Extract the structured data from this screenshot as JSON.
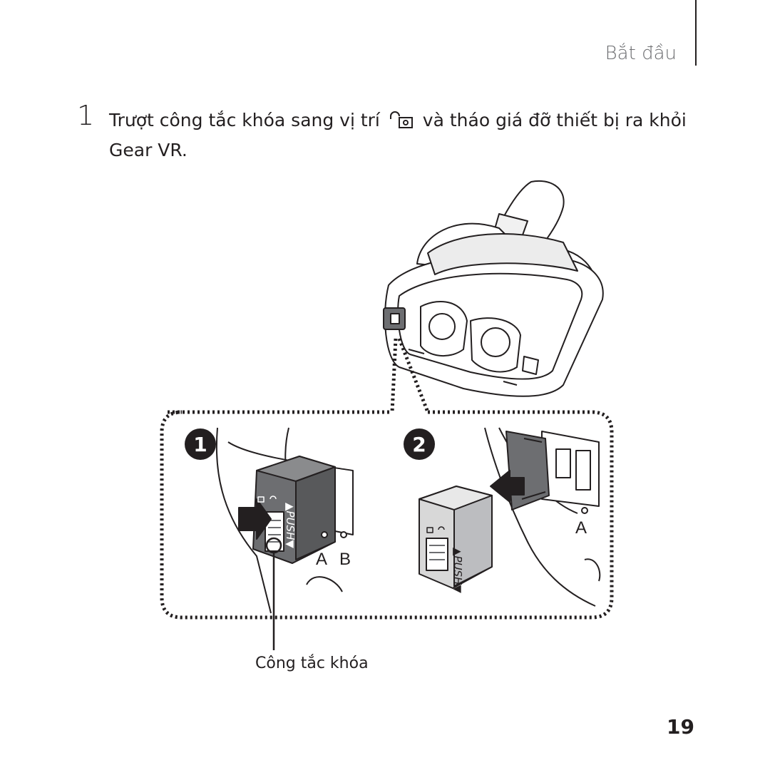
{
  "header": {
    "section_title": "Bắt đầu"
  },
  "step": {
    "number": "1",
    "text_before": "Trượt công tắc khóa sang vị trí",
    "text_after": "và tháo giá đỡ thiết bị ra khỏi Gear VR.",
    "inline_icon": "unlock-icon"
  },
  "figure": {
    "callout_1": "1",
    "callout_2": "2",
    "push_label": "▲PUSH▼",
    "slot_a": "A",
    "slot_b": "B",
    "caption": "Công tắc khóa"
  },
  "footer": {
    "page_number": "19"
  },
  "colors": {
    "text": "#231f20",
    "section_title": "#6d6e71",
    "holder_dark": "#6d6e71",
    "holder_light": "#c8c8c8",
    "dotted": "#231f20"
  }
}
